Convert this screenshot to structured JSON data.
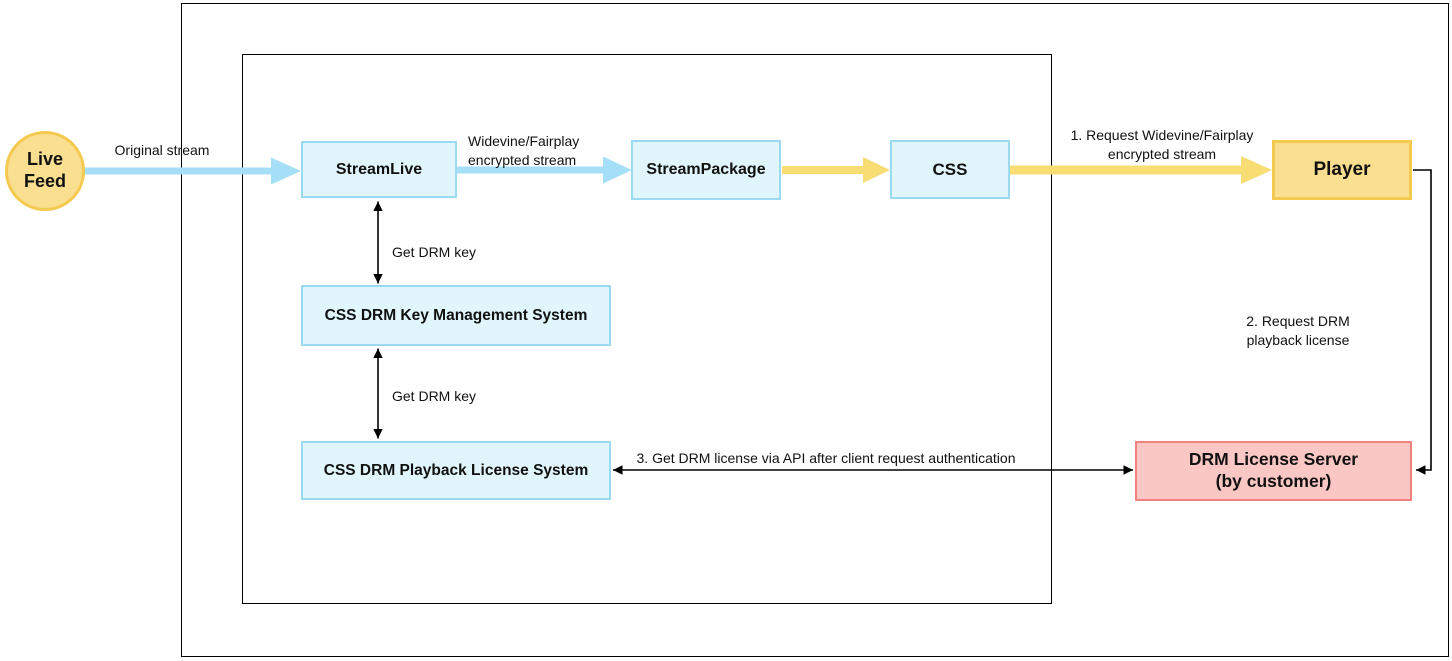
{
  "diagram": {
    "nodes": {
      "live_feed": {
        "label": "Live\nFeed"
      },
      "stream_live": {
        "label": "StreamLive"
      },
      "stream_package": {
        "label": "StreamPackage"
      },
      "css": {
        "label": "CSS"
      },
      "player": {
        "label": "Player"
      },
      "key_management": {
        "label": "CSS DRM Key Management System"
      },
      "playback_license": {
        "label": "CSS DRM Playback License System"
      },
      "drm_license_server": {
        "label": "DRM License Server\n(by customer)"
      }
    },
    "edge_labels": {
      "original_stream": "Original stream",
      "widevine_encrypted": "Widevine/Fairplay\nencrypted stream",
      "get_drm_key_1": "Get DRM key",
      "get_drm_key_2": "Get DRM key",
      "request_encrypted_stream": "1. Request Widevine/Fairplay\nencrypted stream",
      "request_playback_license": "2. Request DRM playback license",
      "get_license_via_api": "3. Get DRM license via API after client request authentication"
    },
    "colors": {
      "blue_fill": "#E1F6FC",
      "blue_border": "#9BDAF1",
      "yellow_fill": "#FBDF90",
      "yellow_border": "#F4C94F",
      "red_fill": "#FBC7C5",
      "red_border": "#F2827E",
      "arrow_blue": "#A4DFF7",
      "arrow_yellow": "#F8DC74",
      "line_black": "#000000"
    }
  }
}
